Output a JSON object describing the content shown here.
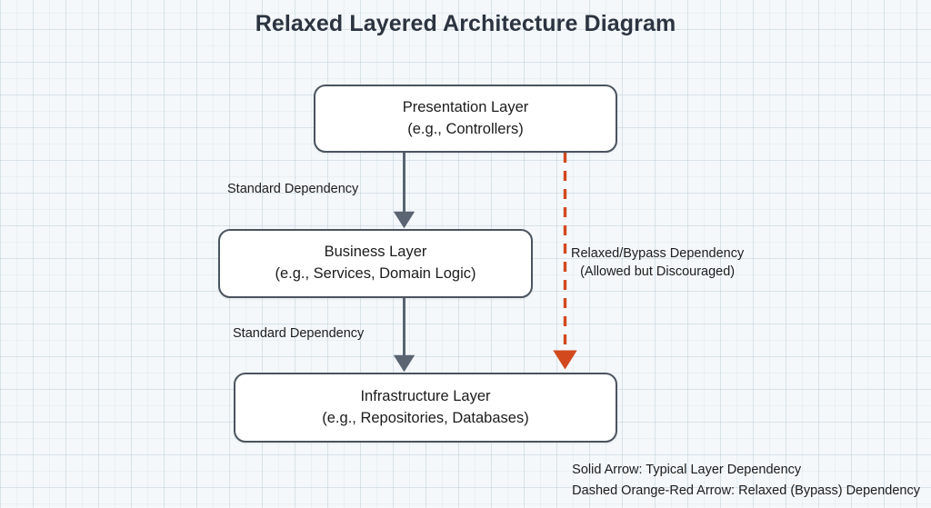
{
  "title": "Relaxed Layered Architecture Diagram",
  "colors": {
    "background": "#f4f8fa",
    "grid_line": "#b0c4d0",
    "box_fill": "#ffffff",
    "box_border": "#4b545f",
    "text": "#1c1c1c",
    "title_text": "#2b3440",
    "solid_arrow": "#5a6472",
    "dashed_arrow": "#d2491e"
  },
  "boxes": [
    {
      "id": "presentation",
      "line1": "Presentation Layer",
      "line2": "(e.g., Controllers)"
    },
    {
      "id": "business",
      "line1": "Business Layer",
      "line2": "(e.g., Services, Domain Logic)"
    },
    {
      "id": "infrastructure",
      "line1": "Infrastructure Layer",
      "line2": "(e.g., Repositories, Databases)"
    }
  ],
  "edges": [
    {
      "id": "presentation-to-business",
      "style": "solid",
      "label": "Standard Dependency"
    },
    {
      "id": "business-to-infrastructure",
      "style": "solid",
      "label": "Standard Dependency"
    },
    {
      "id": "presentation-to-infrastructure",
      "style": "dashed",
      "label_line1": "Relaxed/Bypass Dependency",
      "label_line2": "(Allowed but Discouraged)"
    }
  ],
  "legend": {
    "line1": "Solid Arrow: Typical Layer Dependency",
    "line2": "Dashed Orange-Red Arrow: Relaxed (Bypass) Dependency"
  }
}
